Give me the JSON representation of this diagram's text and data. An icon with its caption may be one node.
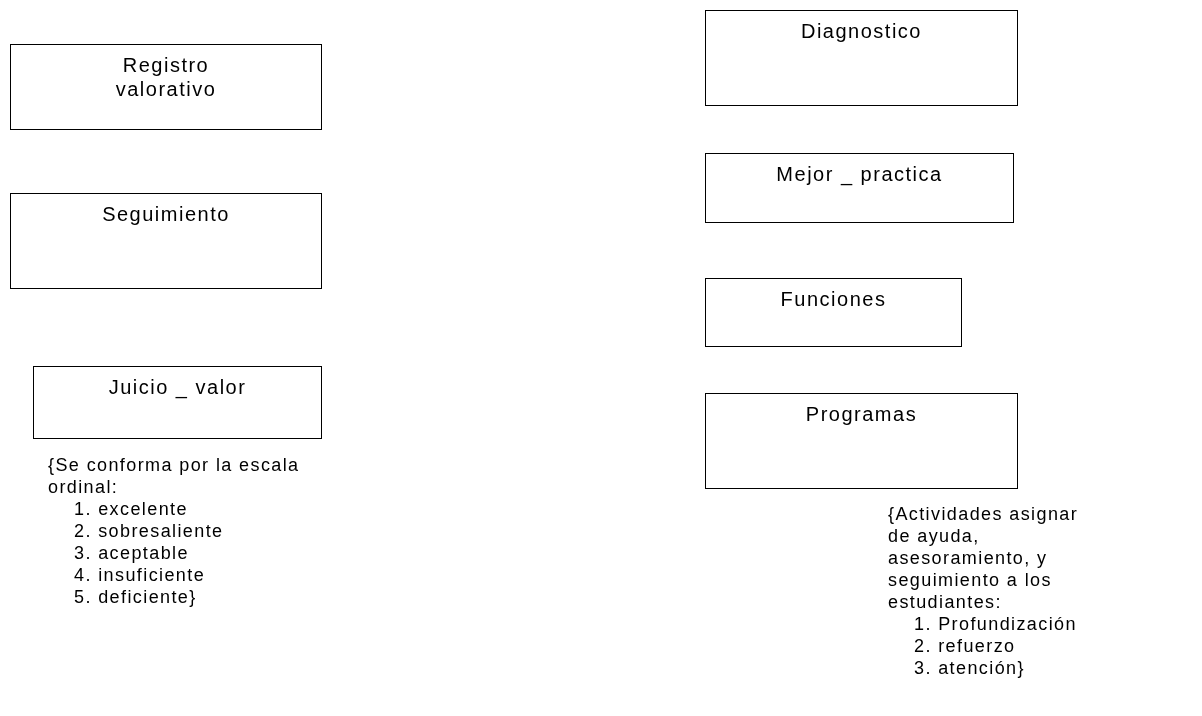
{
  "diagram": {
    "nodes": [
      {
        "text": [
          "Registro valorativo"
        ]
      },
      {
        "text": [
          "Seguimiento"
        ]
      },
      {
        "text": [
          "Juicio _ valor"
        ],
        "beside": [
          "{Se conforma por la escala ordinal:",
          "1. excelente",
          "2. sobresaliente",
          "3. aceptable",
          "4. insuficiente",
          "5. deficiente}"
        ]
      },
      {
        "text": [
          "Diagnostico"
        ]
      },
      {
        "text": [
          "Mejor _ practica"
        ]
      },
      {
        "text": [
          "Funciones"
        ]
      },
      {
        "text": [
          "Programas"
        ],
        "beside": [
          "{Actividades asignar de ayuda, asesoramiento, y seguimiento a los estudiantes:",
          "1. Profundización",
          "2. refuerzo",
          "3. atención}"
        ]
      }
    ],
    "edges": []
  }
}
